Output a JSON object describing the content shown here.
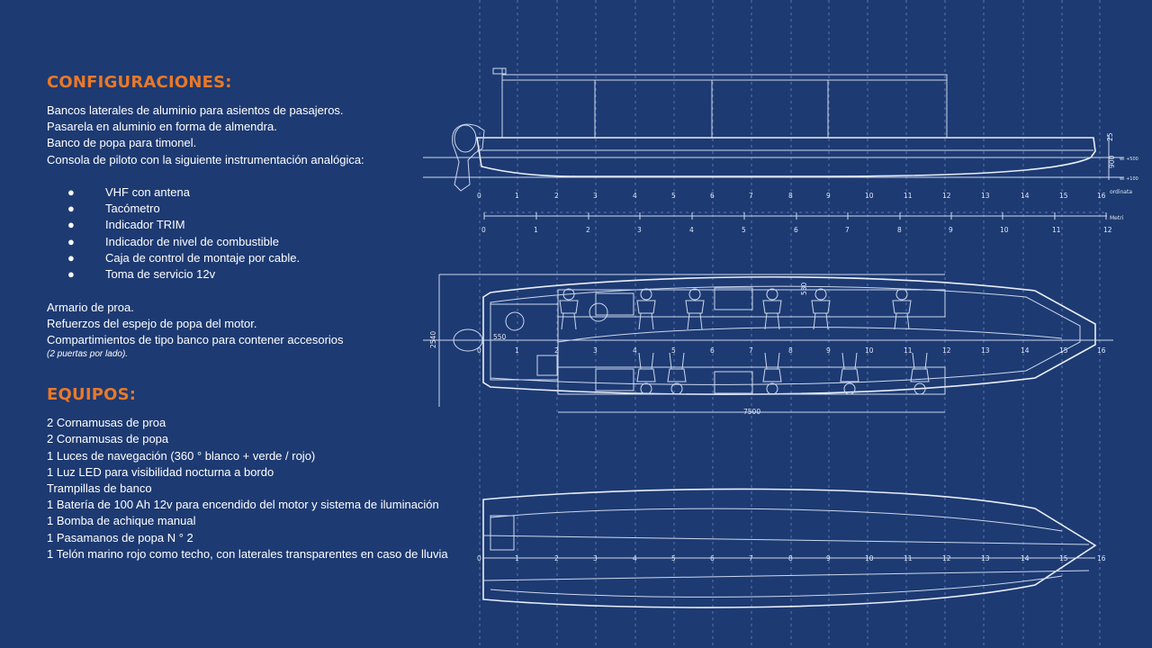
{
  "configuraciones": {
    "heading": "CONFIGURACIONES:",
    "intro_lines": [
      "Bancos laterales de aluminio para asientos de pasajeros.",
      "Pasarela en aluminio en forma de almendra.",
      "Banco de popa para timonel.",
      "Consola de piloto con la siguiente instrumentación analógica:"
    ],
    "instrumentos": [
      "VHF con antena",
      "Tacómetro",
      "Indicador TRIM",
      "Indicador de nivel de combustible",
      "Caja de control de montaje por cable.",
      "Toma de servicio 12v"
    ],
    "bullet_symbol": "●",
    "extra_lines": [
      "Armario de proa.",
      "Refuerzos del espejo de popa del motor.",
      "Compartimientos de tipo banco para contener accesorios"
    ],
    "note": "(2 puertas por lado)."
  },
  "equipos": {
    "heading": "EQUIPOS:",
    "items": [
      "2 Cornamusas de proa",
      "2 Cornamusas de popa",
      "1 Luces de navegación (360 ° blanco + verde / rojo)",
      "1 Luz LED para visibilidad nocturna a bordo",
      "Trampillas de banco",
      "1 Batería de 100 Ah 12v para encendido del motor y sistema de iluminación",
      "1 Bomba de achique manual",
      "1 Pasamanos de popa N ° 2",
      "1 Telón marino rojo como techo, con laterales transparentes en caso de lluvia"
    ]
  },
  "drawing": {
    "ordinate_numbers": [
      "0",
      "1",
      "2",
      "3",
      "4",
      "5",
      "6",
      "7",
      "8",
      "9",
      "10",
      "11",
      "12",
      "13",
      "14",
      "15",
      "16"
    ],
    "ordinate_label": "ordinata",
    "metric_numbers": [
      "0",
      "1",
      "2",
      "3",
      "4",
      "5",
      "6",
      "7",
      "8",
      "9",
      "10",
      "11",
      "12"
    ],
    "metric_label": "Metri",
    "dimensions": {
      "height_25": "25",
      "height_900": "900",
      "wl_500": "wl +500",
      "wl_100": "wl +100",
      "beam": "2540",
      "aft_550": "550",
      "width_530": "530",
      "length": "7500"
    }
  }
}
